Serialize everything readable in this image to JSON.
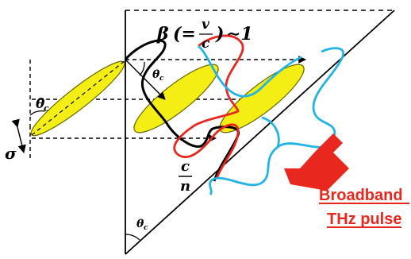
{
  "labels": {
    "beta": "β",
    "eq_open": "(=",
    "v": "v",
    "c_frac": "c",
    "eq_close": ")",
    "approx_one": "∼1",
    "theta_main": "θ",
    "theta_main_sub": "c",
    "theta_small": "θ",
    "theta_small_sub": "c",
    "theta_bottom": "θ",
    "theta_bottom_sub": "c",
    "sigma": "σ",
    "c_over_n_num": "c",
    "c_over_n_den": "n",
    "output_line1": "Broadband",
    "output_line2": "THz pulse"
  },
  "colors": {
    "bunch_fill": "#f5ee14",
    "bunch_stroke": "#6b6b00",
    "wave_black": "#000000",
    "wave_red": "#e8281e",
    "wave_cyan": "#22b4e6",
    "arrow_red": "#e8281e"
  }
}
